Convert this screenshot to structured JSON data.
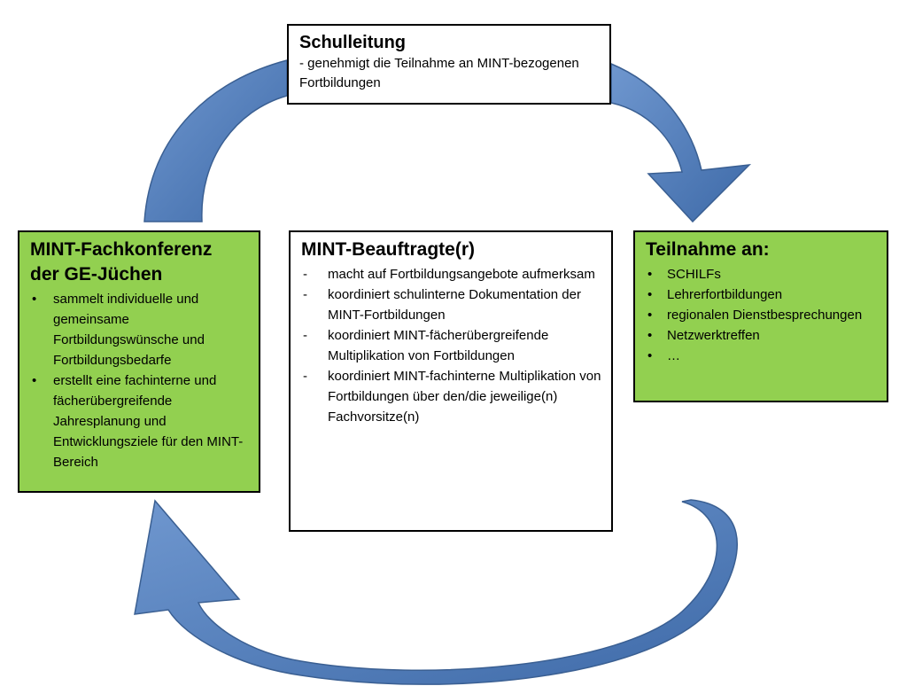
{
  "schulleitung": {
    "title": "Schulleitung",
    "text": "- genehmigt die Teilnahme an MINT-bezogenen Fortbildungen"
  },
  "fachkonferenz": {
    "title_line1": "MINT-Fachkonferenz",
    "title_line2": "der GE-Jüchen",
    "items": [
      "sammelt individuelle und gemeinsame Fortbildungswünsche und Fortbildungsbedarfe",
      "erstellt eine fachinterne und fächerübergreifende Jahresplanung und Entwicklungsziele für den MINT-Bereich"
    ]
  },
  "beauftragte": {
    "title": "MINT-Beauftragte(r)",
    "items": [
      "macht auf Fortbildungsangebote aufmerksam",
      "koordiniert schulinterne Dokumentation der MINT-Fortbildungen",
      "koordiniert MINT-fächerübergreifende Multiplikation von Fortbildungen",
      "koordiniert MINT-fachinterne Multiplikation von Fortbildungen über den/die jeweilige(n) Fachvorsitze(n)"
    ]
  },
  "teilnahme": {
    "title": "Teilnahme an:",
    "items": [
      "SCHILFs",
      "Lehrerfortbildungen",
      "regionalen Dienstbesprechungen",
      "Netzwerktreffen",
      "…"
    ]
  },
  "colors": {
    "arrow_fill": "#4f81bd",
    "arrow_stroke": "#2c4f7c",
    "green_box": "#92d050"
  }
}
